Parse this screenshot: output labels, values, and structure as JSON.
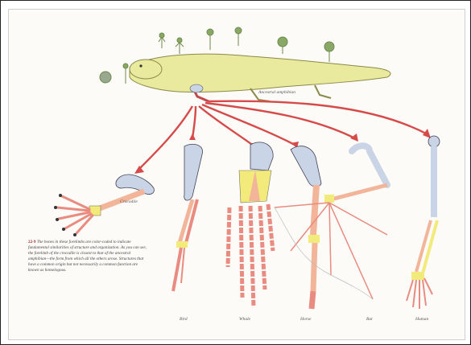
{
  "figure": {
    "ancestor_label": "Ancestral amphibian",
    "caption_number": "22-9",
    "caption_text": "The bones in these forelimbs are color-coded to indicate fundamental similarities of structure and organization. As you can see, the forelimb of the crocodile is closest to that of the ancestral amphibian—the form from which all the others arose. Structures that have a common origin but not necessarily a common function are known as homologous.",
    "labels": {
      "crocodile": "Crocodile",
      "bird": "Bird",
      "whale": "Whale",
      "horse": "Horse",
      "bat": "Bat",
      "human": "Human"
    },
    "colors": {
      "humerus": "#c9d4e6",
      "radius_ulna": "#f2b59a",
      "carpals": "#f2ea7a",
      "phalanges": "#e98b80",
      "arrow": "#d64a4a",
      "amphibian_body": "#e9ea9d"
    }
  }
}
